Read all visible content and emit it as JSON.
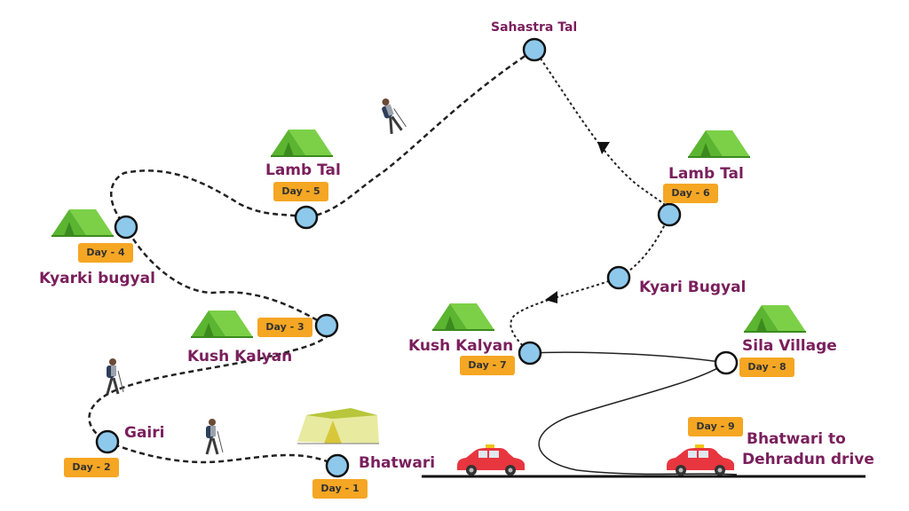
{
  "places": {
    "sahastra_tal": "Sahastra Tal",
    "lamb_tal_up": "Lamb Tal",
    "lamb_tal_down": "Lamb Tal",
    "kyarki_bugyal": "Kyarki bugyal",
    "kush_kalyan_up": "Kush Kalyan",
    "gairi": "Gairi",
    "bhatwari": "Bhatwari",
    "kyari_bugyal": "Kyari Bugyal",
    "kush_kalyan_down": "Kush Kalyan",
    "sila_village": "Sila Village",
    "bhatwari_drive_1": "Bhatwari to",
    "bhatwari_drive_2": "Dehradun drive"
  },
  "days": {
    "d1": "Day - 1",
    "d2": "Day - 2",
    "d3": "Day - 3",
    "d4": "Day - 4",
    "d5": "Day - 5",
    "d6": "Day - 6",
    "d7": "Day - 7",
    "d8": "Day - 8",
    "d9": "Day - 9"
  },
  "colors": {
    "label": "#7a1f5c",
    "badge": "#f5a623",
    "node": "#8ec9ec",
    "tent": "#6abf3a",
    "car": "#e8363f"
  },
  "icons": [
    "tent-icon",
    "hiker-icon",
    "car-icon",
    "arrow-icon"
  ]
}
